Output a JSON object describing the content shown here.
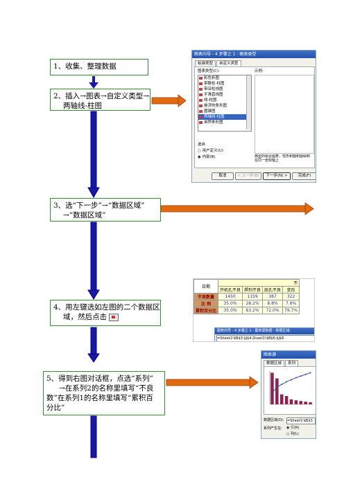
{
  "steps": [
    {
      "lines": [
        "1、收集、整理数据"
      ]
    },
    {
      "lines": [
        "2、插入→图表→自定义类型→",
        "两轴线-柱图"
      ]
    },
    {
      "lines": [
        "3、选“下一步”→“数据区域”",
        "→“数据区域”"
      ]
    },
    {
      "lines": [
        "4、用左键选如左图的二个数据区",
        "域，然后点击"
      ]
    },
    {
      "lines": [
        "5、得到右图对话框，点选“系列”",
        "→在系列2的名称里填写“不良",
        "数”在系列1的名称里填写“累积百",
        "分比”"
      ]
    }
  ],
  "dialog1": {
    "title": "图表向导 - 4 步骤之 1 - 图表类型",
    "tabs": [
      "标准类型",
      "自定义类型"
    ],
    "list_label": "图表类型(C):",
    "list_items": [
      "彩色折图",
      "带数柱-柱图",
      "带深柱线图",
      "平滑直线图",
      "线-柱图",
      "悬浮的条形图",
      "圆锥图",
      "两轴线-柱图",
      "自然条形图"
    ],
    "selected_index": 7,
    "sample_label": "示例:",
    "source_label": "选自",
    "radio_user": "用户定义(U)",
    "radio_builtin": "内部(B)",
    "description": "典型的组合图表，柱形和面积图绘制在同一坐标轴上",
    "buttons": [
      "取消",
      "< 上一步(B)",
      "下一步(N) >",
      "完成(F)"
    ]
  },
  "table": {
    "corner": "日期",
    "top_header": "不",
    "col_headers": [
      "开机孔不良",
      "焊剂不良",
      "底孔不良",
      "变形"
    ],
    "rows": [
      {
        "label": "不良数量",
        "values": [
          "1450",
          "1159",
          "387",
          "322"
        ]
      },
      {
        "label": "比  例",
        "values": [
          "35.0%",
          "28.2%",
          "8.8%",
          "7.8%"
        ]
      },
      {
        "label": "累积百分比",
        "values": [
          "35.0%",
          "63.2%",
          "72.0%",
          "79.7%"
        ]
      }
    ],
    "wizard_title": "图表向导 - 4 步骤之 2 - 图表源数据 - 数据区域:",
    "wizard_range": "=Sheet1!$B$3:$J$4,Sheet1!$B$6:$J$6"
  },
  "dialog3": {
    "title": "图表源",
    "tabs": [
      "数据区域",
      "系列"
    ],
    "range_label": "数据区域(D):",
    "range_value": "=Sheet1!$B$3",
    "series_label": "系列产生在:",
    "radio_rows": "行(R)",
    "radio_cols": "列(L)"
  },
  "chart_bars": [
    0.95,
    0.78,
    0.3,
    0.25,
    0.15,
    0.12,
    0.1,
    0.08,
    0.06
  ],
  "chart_line": [
    0.35,
    0.52,
    0.6,
    0.68,
    0.74,
    0.8,
    0.85,
    0.9,
    0.95
  ],
  "colors": {
    "box_border": "#2f8f2f",
    "down_arrow": "#1a1aa0",
    "right_arrow": "#e06a10"
  }
}
